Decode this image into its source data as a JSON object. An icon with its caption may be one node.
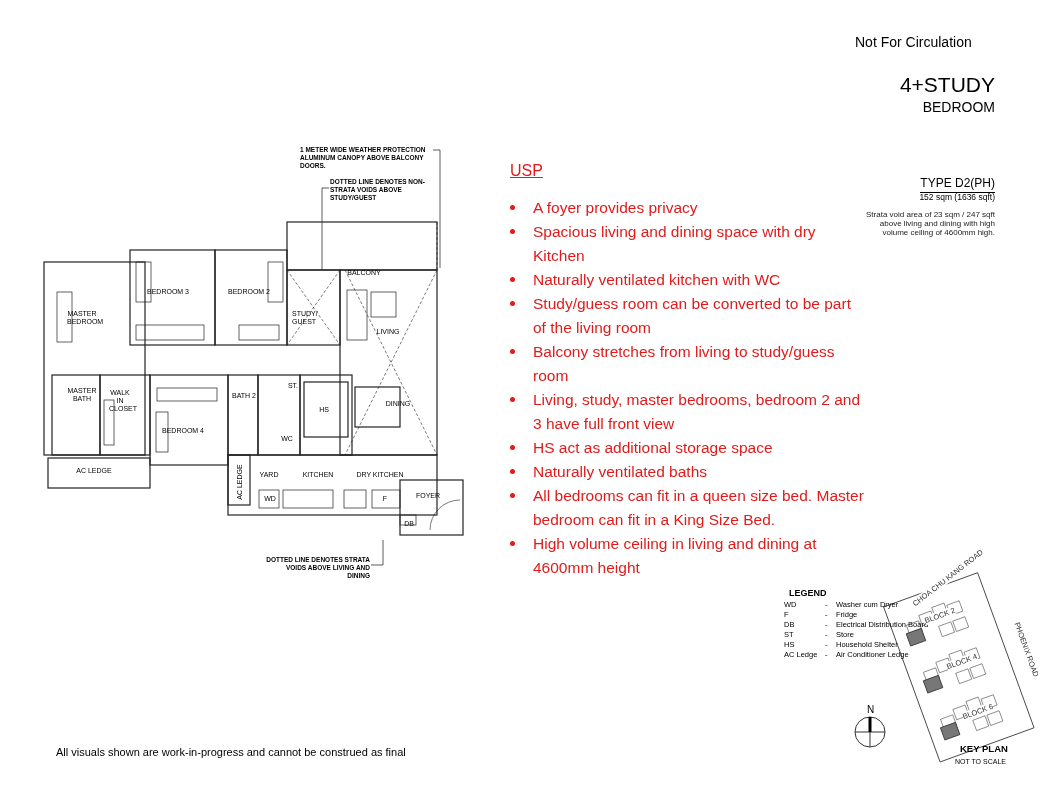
{
  "diagram": {
    "caption": "All visuals shown are work-in-progress and cannot be construed as final",
    "nodes": [
      {
        "text": [
          "1 METER WIDE WEATHER PROTECTION ALUMINUM CANOPY ABOVE BALCONY DOORS."
        ]
      },
      {
        "text": [
          "DOTTED LINE DENOTES NON-STRATA VOIDS ABOVE STUDY/GUEST"
        ]
      },
      {
        "text": [
          "DOTTED LINE DENOTES STRATA VOIDS ABOVE LIVING AND DINING"
        ]
      },
      {
        "text": [],
        "shape": "box"
      }
    ],
    "edges": [
      {
        "from": 0,
        "to": null,
        "arrow": "none"
      },
      {
        "from": 1,
        "to": 3,
        "arrow": "none"
      },
      {
        "from": 2,
        "to": null,
        "arrow": "none"
      }
    ],
    "labels": [
      "Not For Circulation",
      "4+STUDY",
      "BEDROOM",
      "USP",
      "A foyer provides privacy",
      "Spacious living and dining space with dry Kitchen",
      "Naturally ventilated kitchen with WC",
      "Study/guess room can be converted to be part of the living room",
      "Balcony stretches from living to study/guess room",
      "Living, study, master bedrooms, bedroom 2 and 3 have full front view",
      "HS act as additional storage space",
      "Naturally ventilated baths",
      "All bedrooms can fit in a queen size bed. Master bedroom can fit in a King Size Bed.",
      "High volume ceiling in living and dining at 4600mm height",
      "TYPE D2(PH)",
      "152 sqm (1636 sqft)",
      "Strata void area of 23 sqm / 247 sqft above living and dining with high volume ceiling of 4600mm high.",
      "BALCONY",
      "BEDROOM 3",
      "BEDROOM 2",
      "MASTER BEDROOM",
      "STUDY/ GUEST",
      "LIVING",
      "ST.",
      "MASTER BATH",
      "WALK IN CLOSET",
      "BATH 2",
      "HS",
      "DINING",
      "BEDROOM 4",
      "WC",
      "AC LEDGE",
      "YARD",
      "KITCHEN",
      "DRY KITCHEN",
      "AC LEDGE",
      "WD",
      "F",
      "FOYER",
      "DB",
      "LEGEND",
      "WD",
      "-",
      "Washer cum Dryer",
      "F",
      "-",
      "Fridge",
      "DB",
      "-",
      "Electrical Distribution Board",
      "ST",
      "-",
      "Store",
      "HS",
      "-",
      "Household Shelter",
      "AC Ledge",
      "-",
      "Air Conditioner Ledge",
      "CHOA CHU KANG ROAD",
      "BLOCK 2",
      "PHOENIX ROAD",
      "BLOCK 4",
      "BLOCK 6",
      "N",
      "KEY PLAN",
      "NOT TO SCALE"
    ]
  }
}
